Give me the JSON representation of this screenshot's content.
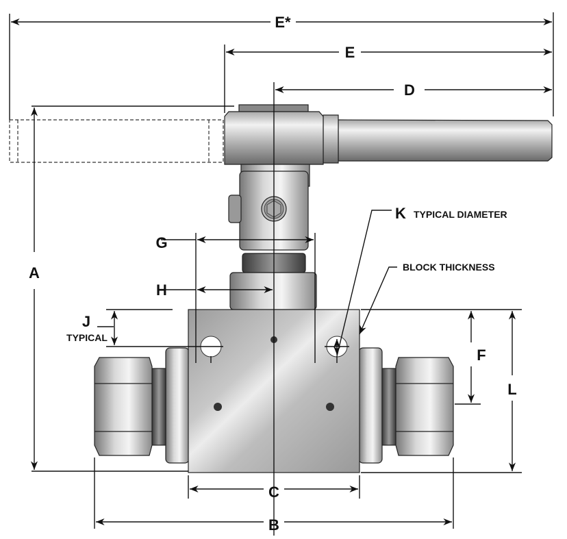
{
  "dimensions": {
    "e_star": "E*",
    "e": "E",
    "d": "D",
    "a": "A",
    "g": "G",
    "h": "H",
    "j": "J",
    "j_note": "TYPICAL",
    "k": "K",
    "k_note": "TYPICAL DIAMETER",
    "block_thickness": "BLOCK THICKNESS",
    "f": "F",
    "l": "L",
    "c": "C",
    "b": "B"
  },
  "colors": {
    "metal_light": "#e8e8e8",
    "metal_mid": "#b5b5b5",
    "metal_dark": "#6e6e6e",
    "line": "#111111"
  }
}
